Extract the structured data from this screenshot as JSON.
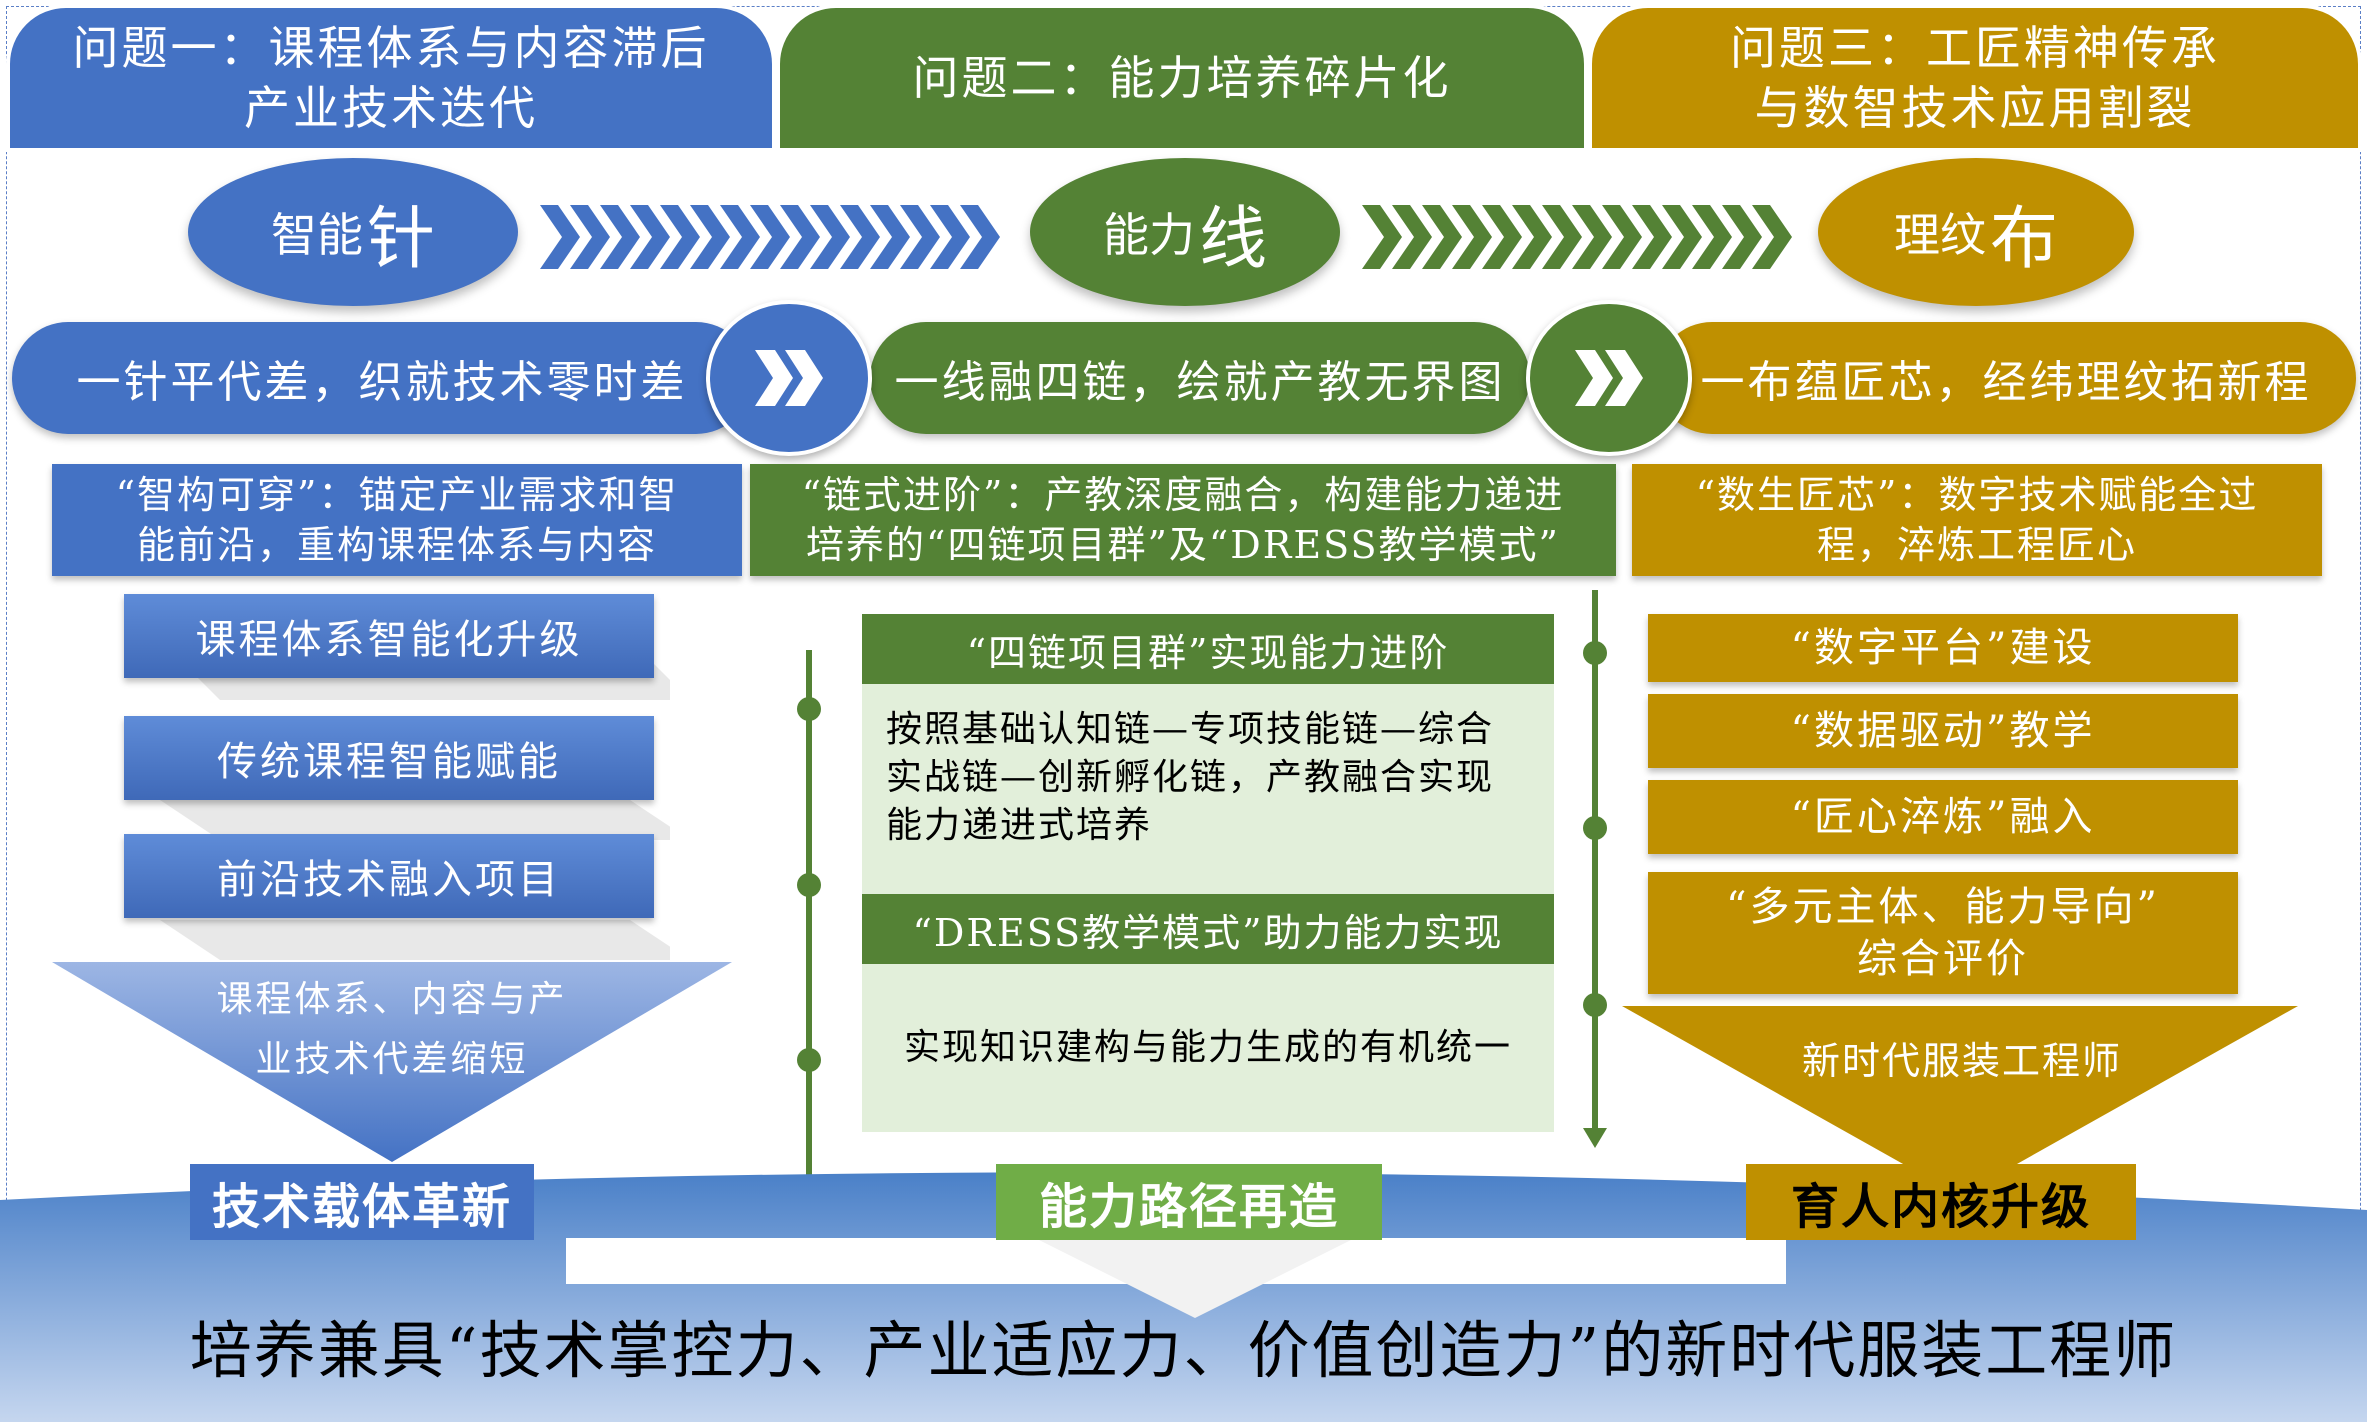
{
  "problems": [
    {
      "line1": "问题一：课程体系与内容滞后",
      "line2": "产业技术迭代"
    },
    {
      "line1": "问题二：能力培养碎片化",
      "line2": ""
    },
    {
      "line1": "问题三：工匠精神传承",
      "line2": "与数智技术应用割裂"
    }
  ],
  "ovals": [
    {
      "small": "智能",
      "big": "针"
    },
    {
      "small": "能力",
      "big": "线"
    },
    {
      "small": "理纹",
      "big": "布"
    }
  ],
  "pills": [
    "一针平代差，织就技术零时差",
    "一线融四链，绘就产教无界图",
    "一布蕴匠芯，经纬理纹拓新程"
  ],
  "strategies": [
    {
      "line1": "“智构可穿”：锚定产业需求和智",
      "line2": "能前沿，重构课程体系与内容"
    },
    {
      "line1": "“链式进阶”：产教深度融合，构建能力递进",
      "line2": "培养的“四链项目群”及“DRESS教学模式”"
    },
    {
      "line1": "“数生匠芯”：数字技术赋能全过",
      "line2": "程，淬炼工程匠心"
    }
  ],
  "col1": {
    "steps": [
      "课程体系智能化升级",
      "传统课程智能赋能",
      "前沿技术融入项目"
    ],
    "result_line1": "课程体系、内容与产",
    "result_line2": "业技术代差缩短",
    "banner": "技术载体革新"
  },
  "col2": {
    "block1_title": "“四链项目群”实现能力进阶",
    "block1_body": [
      "按照基础认知链—专项技能链—综合",
      "实战链—创新孵化链，产教融合实现",
      "能力递进式培养"
    ],
    "block2_title": "“DRESS教学模式”助力能力实现",
    "block2_body": "实现知识建构与能力生成的有机统一",
    "banner": "能力路径再造"
  },
  "col3": {
    "items": [
      {
        "line1": "“数字平台”建设",
        "line2": ""
      },
      {
        "line1": "“数据驱动”教学",
        "line2": ""
      },
      {
        "line1": "“匠心淬炼”融入",
        "line2": ""
      },
      {
        "line1": "“多元主体、能力导向”",
        "line2": "综合评价"
      }
    ],
    "result": "新时代服装工程师",
    "banner": "育人内核升级"
  },
  "goal": "培养兼具“技术掌控力、产业适应力、价值创造力”的新时代服装工程师",
  "colors": {
    "blue": "#4472c4",
    "green": "#548235",
    "gold": "#bf9000"
  }
}
